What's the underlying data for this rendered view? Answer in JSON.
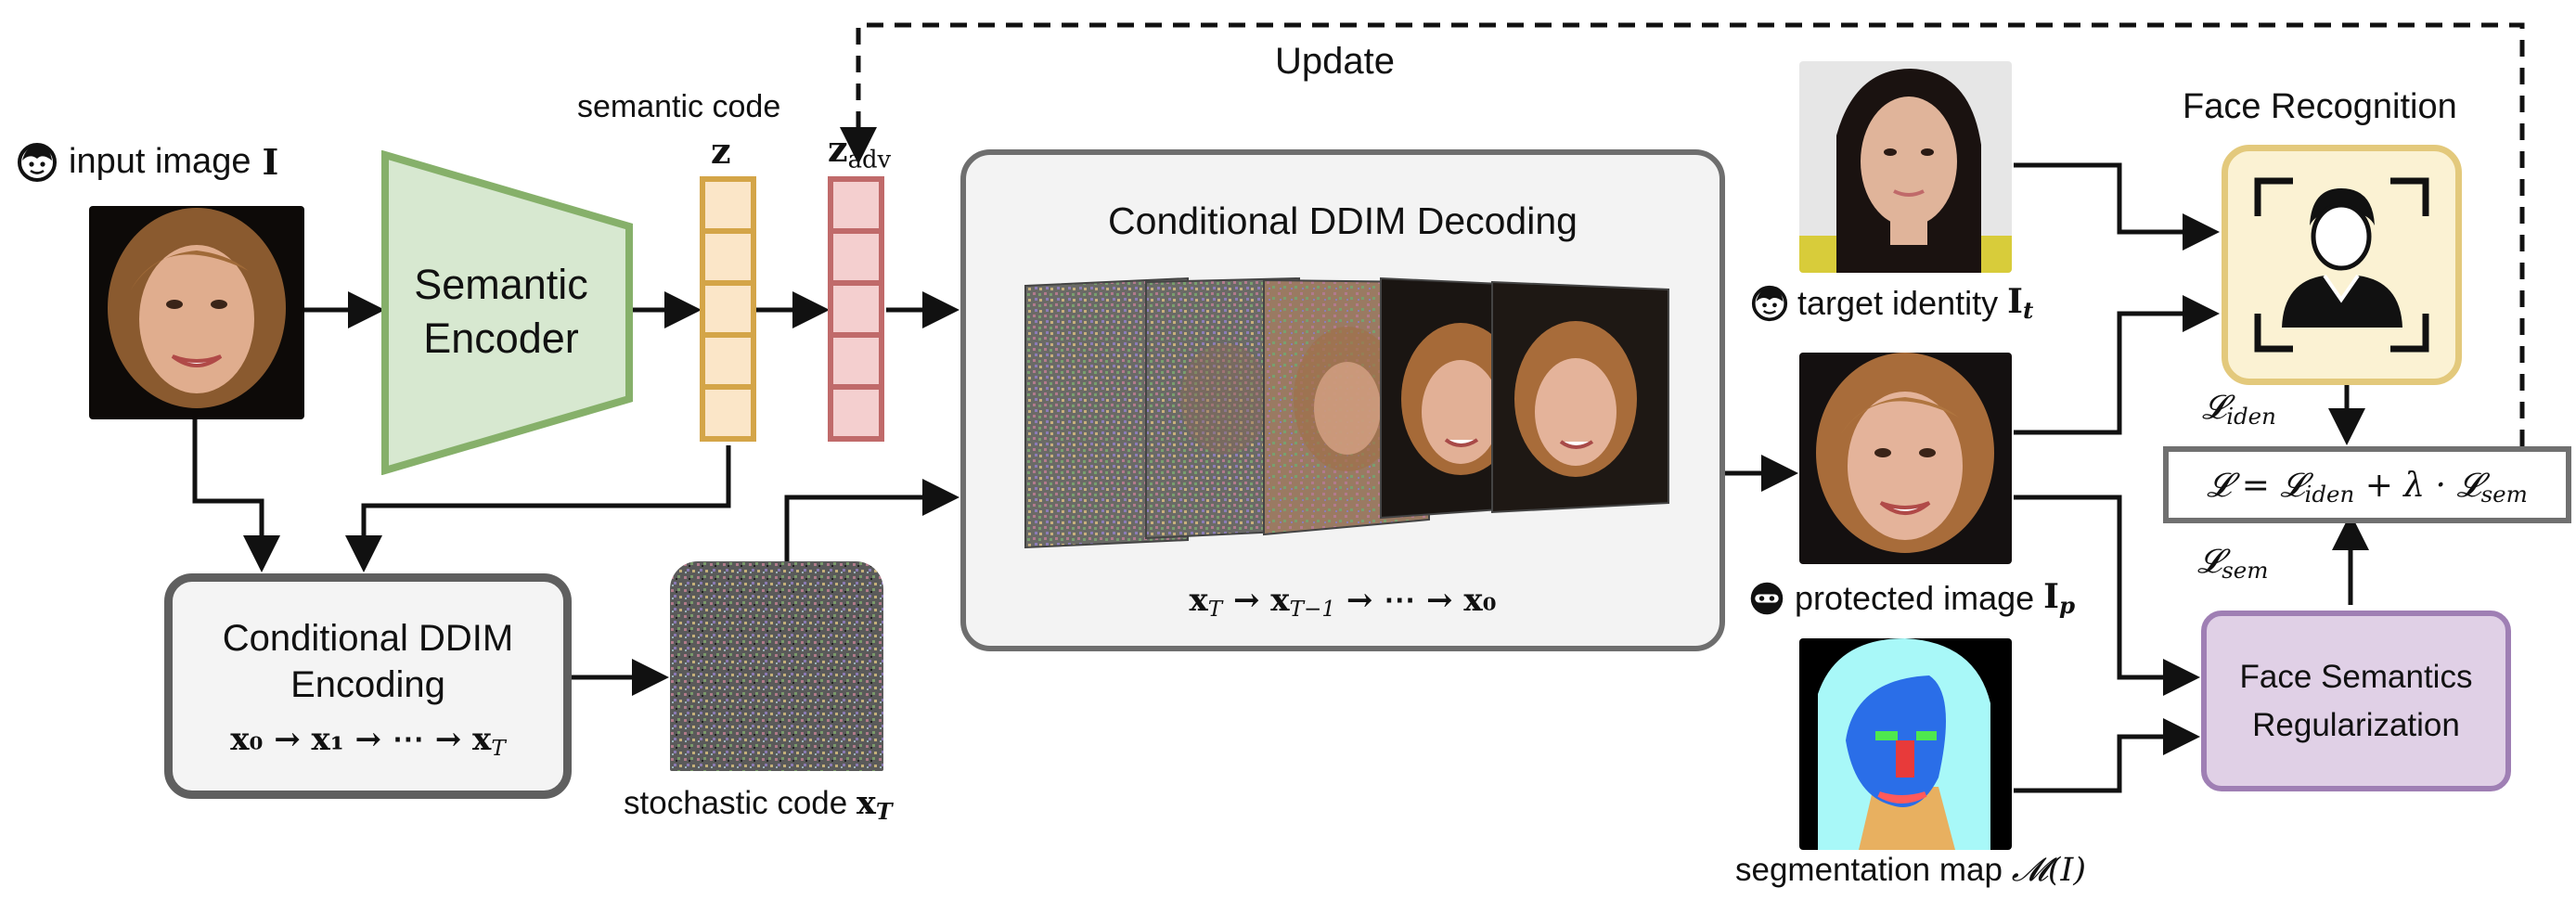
{
  "labels": {
    "update": "Update",
    "semantic_code": "semantic code",
    "z": "z",
    "z_adv": "z",
    "z_adv_sub": "adv",
    "input_image": "input image",
    "input_image_sym": "I",
    "semantic_encoder_line1": "Semantic",
    "semantic_encoder_line2": "Encoder",
    "enc_title_line1": "Conditional DDIM",
    "enc_title_line2": "Encoding",
    "enc_formula": "x₀ → x₁ → ⋯ → x",
    "enc_formula_sub": "T",
    "dec_title": "Conditional DDIM Decoding",
    "dec_formula_a": "x",
    "dec_formula_a_sub": "T",
    "dec_formula_b": " → x",
    "dec_formula_b_sub": "T−1",
    "dec_formula_c": " → ⋯ → x₀",
    "stochastic_code": "stochastic code",
    "stochastic_sym": "x",
    "stochastic_sub": "T",
    "target_identity": "target identity",
    "target_sym": "I",
    "target_sub": "t",
    "protected_image": "protected image",
    "protected_sym": "I",
    "protected_sub": "p",
    "segmentation_map": "segmentation map",
    "segmentation_sym": "𝓜(I)",
    "face_recognition": "Face Recognition",
    "l_iden": "𝓛",
    "l_iden_sub": "iden",
    "l_sem": "𝓛",
    "l_sem_sub": "sem",
    "loss_formula": "𝓛 = 𝓛",
    "loss_formula_sub1": "iden",
    "loss_formula_mid": " + λ · 𝓛",
    "loss_formula_sub2": "sem",
    "fsr_line1": "Face Semantics",
    "fsr_line2": "Regularization"
  },
  "colors": {
    "encoder_fill": "#d7e8d0",
    "encoder_stroke": "#86b06a",
    "z_fill": "#fbe6c8",
    "z_stroke": "#d4a548",
    "zadv_fill": "#f4cfcf",
    "zadv_stroke": "#c06a6a"
  },
  "icons": [
    "smiley-icon",
    "face-recognition-icon"
  ]
}
